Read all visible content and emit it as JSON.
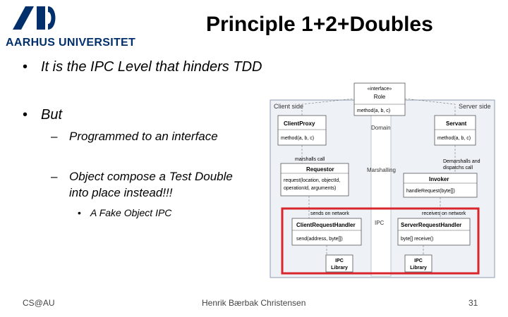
{
  "logo": {
    "text": "AARHUS UNIVERSITET"
  },
  "title": "Principle 1+2+Doubles",
  "bullets": {
    "b1": "It is the IPC Level that hinders TDD",
    "b2": "But",
    "b2_1": "Programmed to an interface",
    "b2_2_line1": "Object compose a Test Double",
    "b2_2_line2": "into place instead!!!",
    "b2_2_1": "A Fake Object IPC"
  },
  "diagram": {
    "role_stereotype": "«interface»",
    "role_name": "Role",
    "role_method": "method(a, b, c)",
    "client_side": "Client side",
    "server_side": "Server side",
    "domain": "Domain",
    "marshalling": "Marshalling",
    "ipc": "IPC",
    "client_proxy": "ClientProxy",
    "client_proxy_method": "method(a, b, c)",
    "servant": "Servant",
    "servant_method": "method(a, b, c)",
    "marshalls_call": "marshalls call",
    "demarshalls_line1": "Demarshalls and",
    "demarshalls_line2": "dispatchs call",
    "requestor": "Requestor",
    "requestor_method_line1": "request(location, objectId,",
    "requestor_method_line2": "operationId, arguments)",
    "invoker": "Invoker",
    "invoker_method": "handleRequest(byte[])",
    "sends_on_network": "sends on network",
    "receives_on_network": "receives on network",
    "client_request_handler": "ClientRequestHandler",
    "client_request_handler_method": "send(address, byte[])",
    "server_request_handler": "ServerRequestHandler",
    "server_request_handler_method": "byte[] receive()",
    "ipc_library": "IPC",
    "ipc_library_2": "Library",
    "highlight_color": "#d9262c"
  },
  "footer": {
    "left": "CS@AU",
    "center": "Henrik Bærbak Christensen",
    "page": "31"
  }
}
